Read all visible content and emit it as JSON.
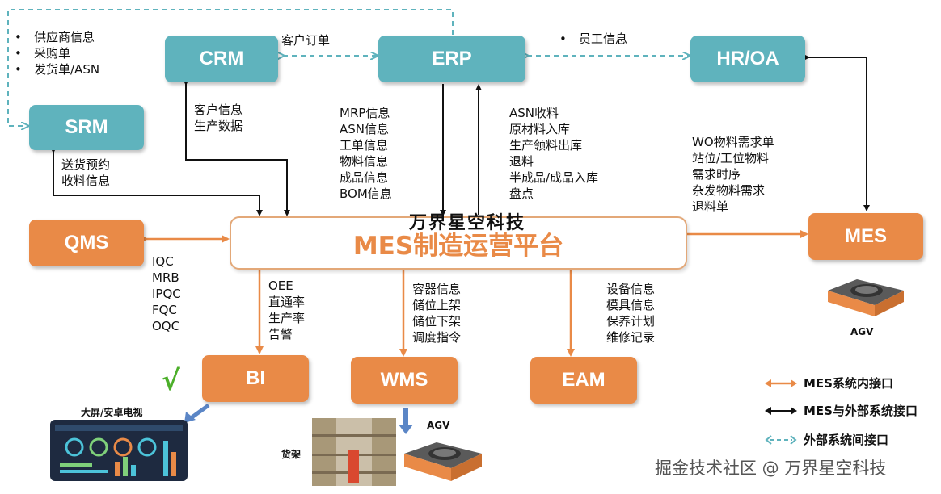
{
  "nodes": {
    "crm": "CRM",
    "erp": "ERP",
    "hroa": "HR/OA",
    "srm": "SRM",
    "qms": "QMS",
    "mes_main": "MES制造运营平台",
    "mes_right": "MES",
    "bi": "BI",
    "wms": "WMS",
    "eam": "EAM"
  },
  "brand": "万界星空科技",
  "labels": {
    "supplier": [
      "供应商信息",
      "采购单",
      "发货单/ASN"
    ],
    "customer_order": "客户订单",
    "employee": "员工信息",
    "crm_down": [
      "客户信息",
      "生产数据"
    ],
    "srm_down": [
      "送货预约",
      "收料信息"
    ],
    "erp_to_mes": [
      "MRP信息",
      "ASN信息",
      "工单信息",
      "物料信息",
      "成品信息",
      "BOM信息"
    ],
    "mes_to_erp": [
      "ASN收料",
      "原材料入库",
      "生产领料出库",
      "退料",
      "半成品/成品入库",
      "盘点"
    ],
    "hr_mes": [
      "WO物料需求单",
      "站位/工位物料",
      "需求时序",
      "杂发物料需求",
      "退料单"
    ],
    "qms": [
      "IQC",
      "MRB",
      "IPQC",
      "FQC",
      "OQC"
    ],
    "bi": [
      "OEE",
      "直通率",
      "生产率",
      "告警"
    ],
    "wms": [
      "容器信息",
      "储位上架",
      "储位下架",
      "调度指令"
    ],
    "eam": [
      "设备信息",
      "模具信息",
      "保养计划",
      "维修记录"
    ]
  },
  "captions": {
    "agv_right": "AGV",
    "agv_bottom": "AGV",
    "screen": "大屏/安卓电视",
    "shelf": "货架"
  },
  "check_mark": "√",
  "legend": [
    {
      "text": "MES系统内接口",
      "color": "#e98a47",
      "style": "solid"
    },
    {
      "text": "MES与外部系统接口",
      "color": "#111111",
      "style": "solid"
    },
    {
      "text": "外部系统间接口",
      "color": "#5fb3bd",
      "style": "dashed"
    }
  ],
  "watermark": "掘金技术社区 @ 万界星空科技",
  "colors": {
    "teal": "#5fb3bd",
    "orange": "#e98a47",
    "black": "#111111"
  }
}
